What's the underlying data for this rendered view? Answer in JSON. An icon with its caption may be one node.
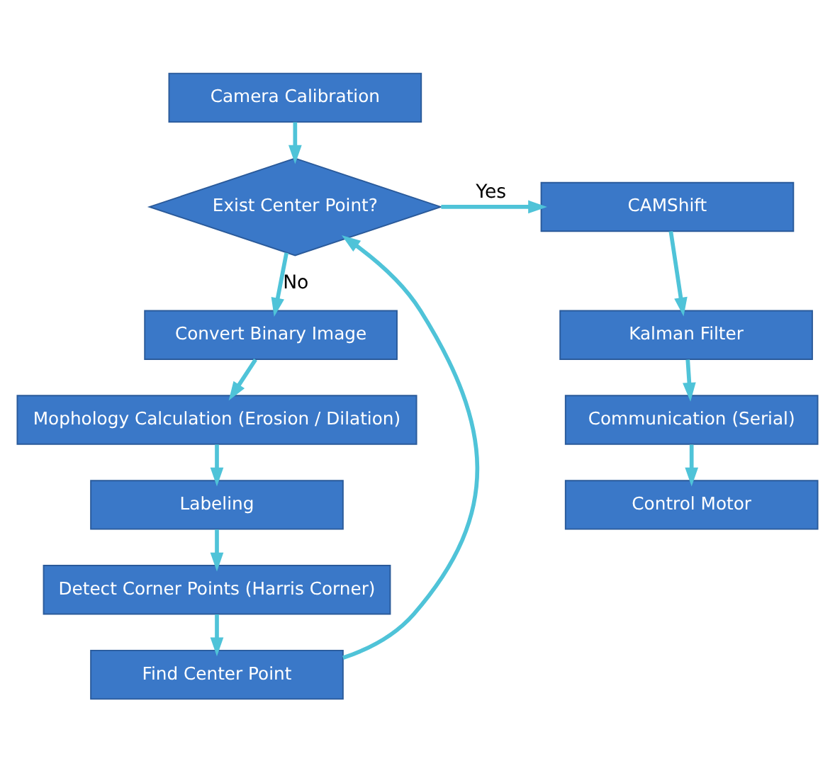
{
  "diagram": {
    "nodes": [
      {
        "text": [
          "Camera Calibration"
        ]
      },
      {
        "text": [
          "Exist Center Point?"
        ]
      },
      {
        "text": [
          "CAMShift"
        ]
      },
      {
        "text": [
          "Kalman Filter"
        ]
      },
      {
        "text": [
          "Communication (Serial)"
        ]
      },
      {
        "text": [
          "Control Motor"
        ]
      },
      {
        "text": [
          "Convert Binary Image"
        ]
      },
      {
        "text": [
          "Mophology Calculation (Erosion / Dilation)"
        ]
      },
      {
        "text": [
          "Labeling"
        ]
      },
      {
        "text": [
          "Detect Corner Points (Harris Corner)"
        ]
      },
      {
        "text": [
          "Find Center Point"
        ]
      }
    ],
    "edges": [
      {
        "from": 0,
        "to": 1,
        "arrow": "to"
      },
      {
        "from": 1,
        "to": 2,
        "arrow": "to",
        "label": "Yes"
      },
      {
        "from": 2,
        "to": 3,
        "arrow": "to"
      },
      {
        "from": 3,
        "to": 4,
        "arrow": "to"
      },
      {
        "from": 4,
        "to": 5,
        "arrow": "to"
      },
      {
        "from": 1,
        "to": 6,
        "arrow": "to",
        "label": "No"
      },
      {
        "from": 6,
        "to": 7,
        "arrow": "to"
      },
      {
        "from": 7,
        "to": 8,
        "arrow": "to"
      },
      {
        "from": 8,
        "to": 9,
        "arrow": "to"
      },
      {
        "from": 9,
        "to": 10,
        "arrow": "to"
      },
      {
        "from": 10,
        "to": 1,
        "arrow": "to"
      }
    ]
  }
}
